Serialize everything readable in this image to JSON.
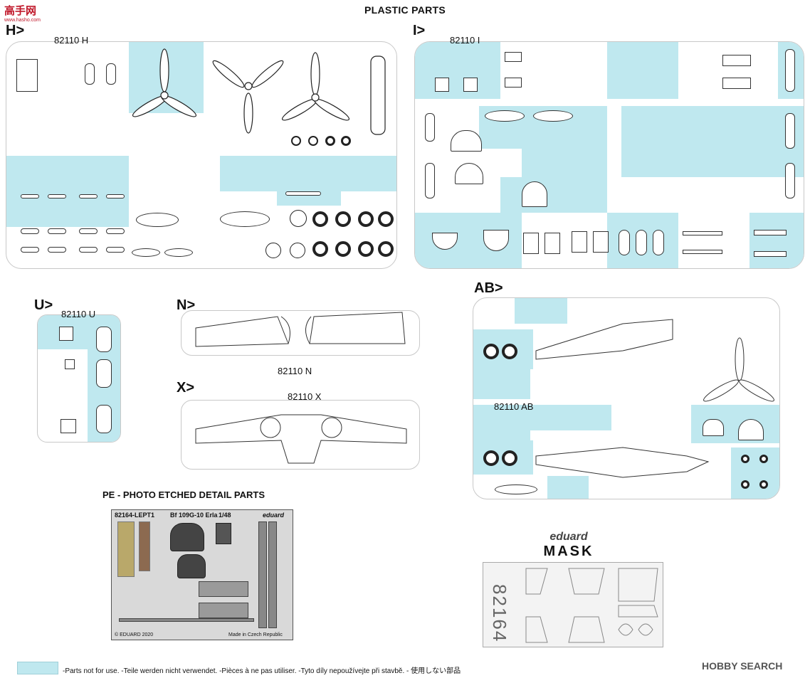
{
  "header": {
    "title": "PLASTIC PARTS"
  },
  "watermark_tl": {
    "text": "高手网",
    "sub": "www.hasho.com"
  },
  "sprues": {
    "H": {
      "label": "H>",
      "code": "82110 H"
    },
    "I": {
      "label": "I>",
      "code": "82110 I"
    },
    "U": {
      "label": "U>",
      "code": "82110 U"
    },
    "N": {
      "label": "N>",
      "code": "82110 N"
    },
    "X": {
      "label": "X>",
      "code": "82110 X"
    },
    "AB": {
      "label": "AB>",
      "code": "82110 AB"
    }
  },
  "pe": {
    "title": "PE - PHOTO ETCHED DETAIL PARTS",
    "sheet_code": "82164-LEPT1",
    "sheet_name": "Bf 109G-10 Erla",
    "scale": "1/48",
    "brand": "eduard",
    "copyright": "© EDUARD 2020",
    "origin": "Made in Czech Republic"
  },
  "mask": {
    "brand": "eduard",
    "label": "MASK",
    "code": "82164"
  },
  "legend": {
    "text": "-Parts not for use. -Teile werden nicht verwendet. -Pièces à ne pas utiliser. -Tyto díly nepoužívejte při stavbě. -   使用しない部品"
  },
  "watermark_br": {
    "text": "HOBBY SEARCH"
  },
  "colors": {
    "unused": "#bfe8ef",
    "accent": "#c0182a"
  }
}
